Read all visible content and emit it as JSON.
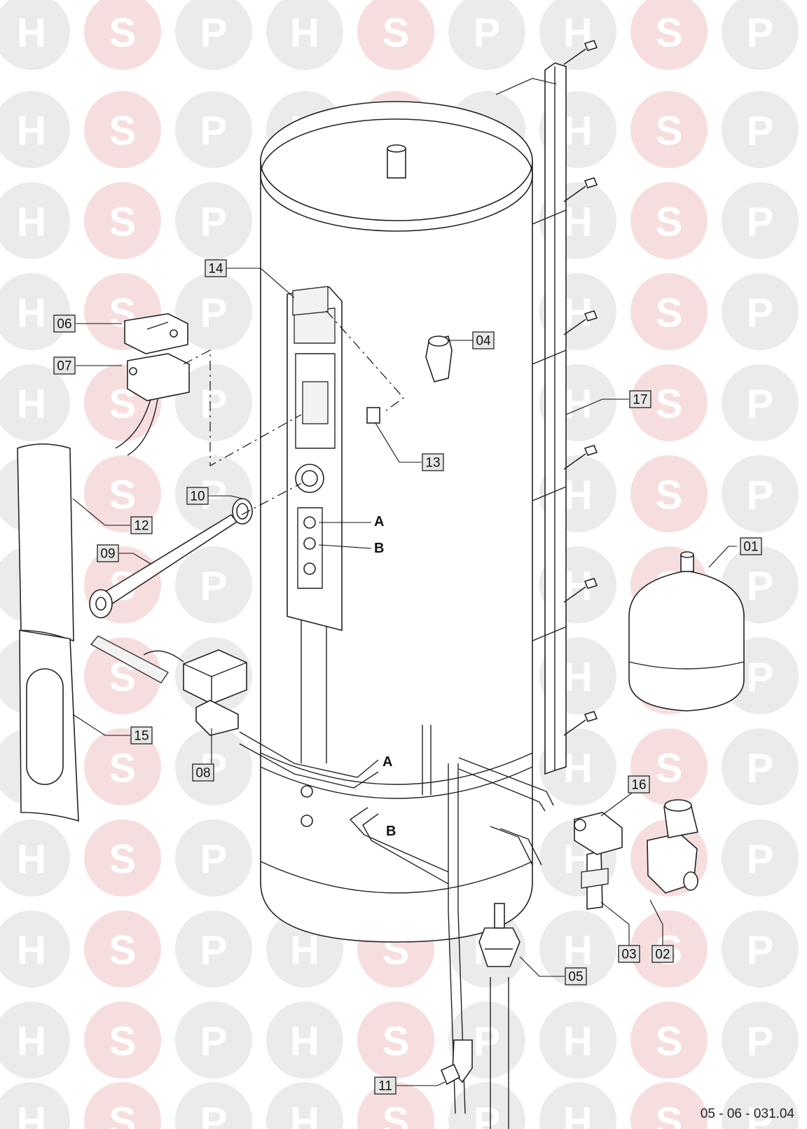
{
  "watermark": {
    "letters": [
      "H",
      "S",
      "P"
    ]
  },
  "drawing_ref": "05 - 06 - 031.04",
  "callouts": [
    {
      "id": "01",
      "label": "01"
    },
    {
      "id": "02",
      "label": "02"
    },
    {
      "id": "03",
      "label": "03"
    },
    {
      "id": "04",
      "label": "04"
    },
    {
      "id": "05",
      "label": "05"
    },
    {
      "id": "06",
      "label": "06"
    },
    {
      "id": "07",
      "label": "07"
    },
    {
      "id": "08",
      "label": "08"
    },
    {
      "id": "09",
      "label": "09"
    },
    {
      "id": "10",
      "label": "10"
    },
    {
      "id": "11",
      "label": "11"
    },
    {
      "id": "12",
      "label": "12"
    },
    {
      "id": "13",
      "label": "13"
    },
    {
      "id": "14",
      "label": "14"
    },
    {
      "id": "15",
      "label": "15"
    },
    {
      "id": "16",
      "label": "16"
    },
    {
      "id": "17",
      "label": "17"
    }
  ],
  "connection_letters": [
    "A",
    "B"
  ]
}
